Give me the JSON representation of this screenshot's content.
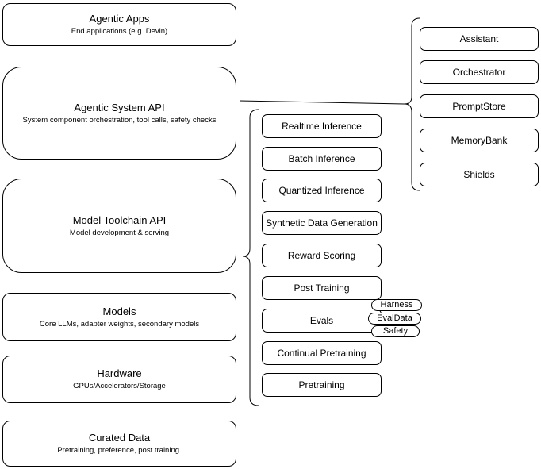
{
  "colors": {
    "stroke": "#000000",
    "fill": "#ffffff",
    "text": "#000000"
  },
  "stack": [
    {
      "title": "Agentic Apps",
      "subtitle": "End applications (e.g. Devin)"
    },
    {
      "title": "Agentic System API",
      "subtitle": "System component orchestration, tool calls, safety checks"
    },
    {
      "title": "Model Toolchain API",
      "subtitle": "Model development & serving"
    },
    {
      "title": "Models",
      "subtitle": "Core LLMs, adapter weights, secondary models"
    },
    {
      "title": "Hardware",
      "subtitle": "GPUs/Accelerators/Storage"
    },
    {
      "title": "Curated Data",
      "subtitle": "Pretraining, preference, post training."
    }
  ],
  "toolchain": [
    "Realtime Inference",
    "Batch Inference",
    "Quantized Inference",
    "Synthetic Data Generation",
    "Reward Scoring",
    "Post Training",
    "Evals",
    "Continual Pretraining",
    "Pretraining"
  ],
  "eval_tags": [
    "Harness",
    "EvalData",
    "Safety"
  ],
  "components": [
    "Assistant",
    "Orchestrator",
    "PromptStore",
    "MemoryBank",
    "Shields"
  ]
}
